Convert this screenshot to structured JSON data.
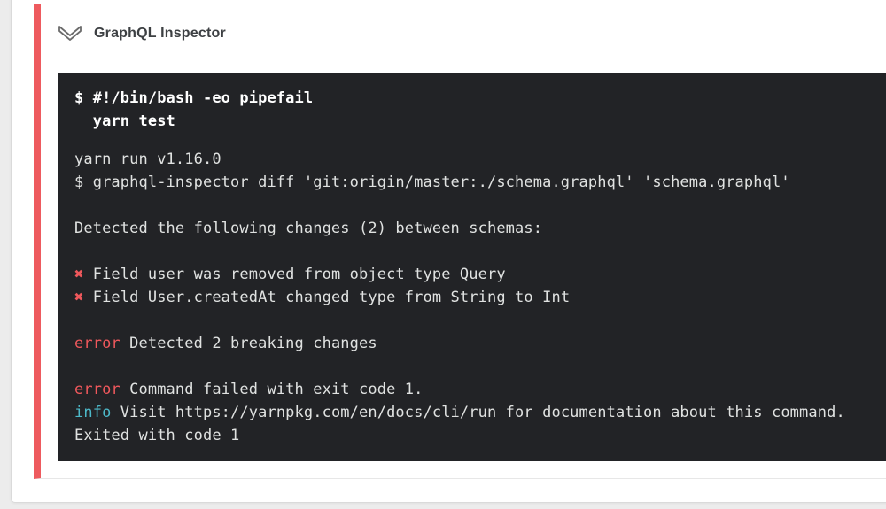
{
  "header": {
    "title": "GraphQL Inspector",
    "icon": "double-chevron-down"
  },
  "terminal": {
    "command_lines": [
      "$ #!/bin/bash -eo pipefail",
      "  yarn test"
    ],
    "output_lines": [
      {
        "type": "plain",
        "text": "yarn run v1.16.0"
      },
      {
        "type": "plain",
        "text": "$ graphql-inspector diff 'git:origin/master:./schema.graphql' 'schema.graphql'"
      },
      {
        "type": "blank"
      },
      {
        "type": "plain",
        "text": "Detected the following changes (2) between schemas:"
      },
      {
        "type": "blank"
      },
      {
        "type": "breaking",
        "prefix": "✖",
        "text": "Field user was removed from object type Query"
      },
      {
        "type": "breaking",
        "prefix": "✖",
        "text": "Field User.createdAt changed type from String to Int"
      },
      {
        "type": "blank"
      },
      {
        "type": "error",
        "prefix": "error",
        "text": "Detected 2 breaking changes"
      },
      {
        "type": "blank"
      },
      {
        "type": "error",
        "prefix": "error",
        "text": "Command failed with exit code 1."
      },
      {
        "type": "info",
        "prefix": "info",
        "text": "Visit https://yarnpkg.com/en/docs/cli/run for documentation about this command."
      },
      {
        "type": "plain",
        "text": "Exited with code 1"
      }
    ]
  },
  "colors": {
    "page_background": "#ececec",
    "card_background": "#ffffff",
    "step_accent_red": "#ee5a5e",
    "error_red": "#ef585c",
    "info_cyan": "#4db9c9",
    "terminal_background": "#222326",
    "terminal_text": "#e0e2e1",
    "command_text": "#ffffff"
  }
}
